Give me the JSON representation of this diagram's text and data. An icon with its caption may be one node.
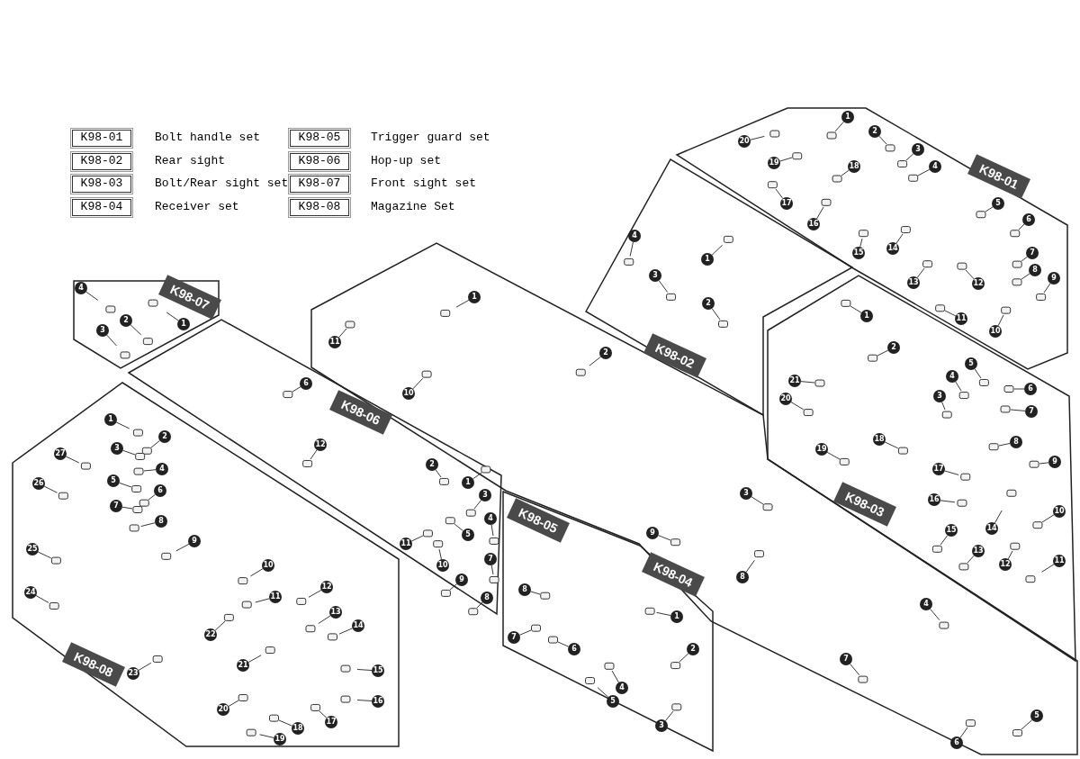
{
  "diagram": {
    "nodes": [
      {
        "text": [
          "K98-01"
        ]
      },
      {
        "text": [
          "1"
        ],
        "in": 0
      },
      {
        "text": [
          "20"
        ],
        "in": 0
      },
      {
        "text": [
          "2"
        ],
        "in": 0
      },
      {
        "text": [
          "3"
        ],
        "in": 0
      },
      {
        "text": [
          "19"
        ],
        "in": 0
      },
      {
        "text": [
          "18"
        ],
        "in": 0
      },
      {
        "text": [
          "4"
        ],
        "in": 0
      },
      {
        "text": [
          "17"
        ],
        "in": 0
      },
      {
        "text": [
          "16"
        ],
        "in": 0
      },
      {
        "text": [
          "5"
        ],
        "in": 0
      },
      {
        "text": [
          "6"
        ],
        "in": 0
      },
      {
        "text": [
          "14"
        ],
        "in": 0
      },
      {
        "text": [
          "15"
        ],
        "in": 0
      },
      {
        "text": [
          "7"
        ],
        "in": 0
      },
      {
        "text": [
          "13"
        ],
        "in": 0
      },
      {
        "text": [
          "12"
        ],
        "in": 0
      },
      {
        "text": [
          "8"
        ],
        "in": 0
      },
      {
        "text": [
          "9"
        ],
        "in": 0
      },
      {
        "text": [
          "11"
        ],
        "in": 0
      },
      {
        "text": [
          "10"
        ],
        "in": 0
      },
      {
        "text": [
          "K98-02"
        ]
      },
      {
        "text": [
          "4"
        ],
        "in": 21
      },
      {
        "text": [
          "1"
        ],
        "in": 21
      },
      {
        "text": [
          "3"
        ],
        "in": 21
      },
      {
        "text": [
          "2"
        ],
        "in": 21
      },
      {
        "text": [
          "K98-07"
        ]
      },
      {
        "text": [
          "4"
        ],
        "in": 26
      },
      {
        "text": [
          "1"
        ],
        "in": 26
      },
      {
        "text": [
          "2"
        ],
        "in": 26
      },
      {
        "text": [
          "3"
        ],
        "in": 26
      },
      {
        "text": [
          "K98-04"
        ]
      },
      {
        "text": [
          "1"
        ],
        "in": 31
      },
      {
        "text": [
          "11"
        ],
        "in": 31
      },
      {
        "text": [
          "10"
        ],
        "in": 31
      },
      {
        "text": [
          "2"
        ],
        "in": 31
      },
      {
        "text": [
          "3"
        ],
        "in": 31
      },
      {
        "text": [
          "9"
        ],
        "in": 31
      },
      {
        "text": [
          "8"
        ],
        "in": 31
      },
      {
        "text": [
          "4"
        ],
        "in": 31
      },
      {
        "text": [
          "7"
        ],
        "in": 31
      },
      {
        "text": [
          "5"
        ],
        "in": 31
      },
      {
        "text": [
          "6"
        ],
        "in": 31
      },
      {
        "text": [
          "K98-03"
        ]
      },
      {
        "text": [
          "1"
        ],
        "in": 43
      },
      {
        "text": [
          "2"
        ],
        "in": 43
      },
      {
        "text": [
          "21"
        ],
        "in": 43
      },
      {
        "text": [
          "5"
        ],
        "in": 43
      },
      {
        "text": [
          "4"
        ],
        "in": 43
      },
      {
        "text": [
          "6"
        ],
        "in": 43
      },
      {
        "text": [
          "3"
        ],
        "in": 43
      },
      {
        "text": [
          "20"
        ],
        "in": 43
      },
      {
        "text": [
          "7"
        ],
        "in": 43
      },
      {
        "text": [
          "18"
        ],
        "in": 43
      },
      {
        "text": [
          "19"
        ],
        "in": 43
      },
      {
        "text": [
          "8"
        ],
        "in": 43
      },
      {
        "text": [
          "9"
        ],
        "in": 43
      },
      {
        "text": [
          "17"
        ],
        "in": 43
      },
      {
        "text": [
          "16"
        ],
        "in": 43
      },
      {
        "text": [
          "15"
        ],
        "in": 43
      },
      {
        "text": [
          "14"
        ],
        "in": 43
      },
      {
        "text": [
          "10"
        ],
        "in": 43
      },
      {
        "text": [
          "13"
        ],
        "in": 43
      },
      {
        "text": [
          "12"
        ],
        "in": 43
      },
      {
        "text": [
          "11"
        ],
        "in": 43
      },
      {
        "text": [
          "K98-06"
        ]
      },
      {
        "text": [
          "6"
        ],
        "in": 65
      },
      {
        "text": [
          "12"
        ],
        "in": 65
      },
      {
        "text": [
          "2"
        ],
        "in": 65
      },
      {
        "text": [
          "1"
        ],
        "in": 65
      },
      {
        "text": [
          "3"
        ],
        "in": 65
      },
      {
        "text": [
          "4"
        ],
        "in": 65
      },
      {
        "text": [
          "11"
        ],
        "in": 65
      },
      {
        "text": [
          "5"
        ],
        "in": 65
      },
      {
        "text": [
          "10"
        ],
        "in": 65
      },
      {
        "text": [
          "7"
        ],
        "in": 65
      },
      {
        "text": [
          "9"
        ],
        "in": 65
      },
      {
        "text": [
          "8"
        ],
        "in": 65
      },
      {
        "text": [
          "K98-08"
        ]
      },
      {
        "text": [
          "1"
        ],
        "in": 78
      },
      {
        "text": [
          "2"
        ],
        "in": 78
      },
      {
        "text": [
          "27"
        ],
        "in": 78
      },
      {
        "text": [
          "3"
        ],
        "in": 78
      },
      {
        "text": [
          "4"
        ],
        "in": 78
      },
      {
        "text": [
          "26"
        ],
        "in": 78
      },
      {
        "text": [
          "5"
        ],
        "in": 78
      },
      {
        "text": [
          "6"
        ],
        "in": 78
      },
      {
        "text": [
          "7"
        ],
        "in": 78
      },
      {
        "text": [
          "8"
        ],
        "in": 78
      },
      {
        "text": [
          "9"
        ],
        "in": 78
      },
      {
        "text": [
          "10"
        ],
        "in": 78
      },
      {
        "text": [
          "25"
        ],
        "in": 78
      },
      {
        "text": [
          "11"
        ],
        "in": 78
      },
      {
        "text": [
          "12"
        ],
        "in": 78
      },
      {
        "text": [
          "24"
        ],
        "in": 78
      },
      {
        "text": [
          "13"
        ],
        "in": 78
      },
      {
        "text": [
          "22"
        ],
        "in": 78
      },
      {
        "text": [
          "14"
        ],
        "in": 78
      },
      {
        "text": [
          "21"
        ],
        "in": 78
      },
      {
        "text": [
          "15"
        ],
        "in": 78
      },
      {
        "text": [
          "23"
        ],
        "in": 78
      },
      {
        "text": [
          "16"
        ],
        "in": 78
      },
      {
        "text": [
          "20"
        ],
        "in": 78
      },
      {
        "text": [
          "17"
        ],
        "in": 78
      },
      {
        "text": [
          "18"
        ],
        "in": 78
      },
      {
        "text": [
          "19"
        ],
        "in": 78
      },
      {
        "text": [
          "K98-05"
        ]
      },
      {
        "text": [
          "8"
        ],
        "in": 106
      },
      {
        "text": [
          "7"
        ],
        "in": 106
      },
      {
        "text": [
          "1"
        ],
        "in": 106
      },
      {
        "text": [
          "6"
        ],
        "in": 106
      },
      {
        "text": [
          "2"
        ],
        "in": 106
      },
      {
        "text": [
          "4"
        ],
        "in": 106
      },
      {
        "text": [
          "5"
        ],
        "in": 106
      },
      {
        "text": [
          "3"
        ],
        "in": 106
      }
    ],
    "edges": [
      {
        "from": 1,
        "to": null,
        "arrow": "none"
      },
      {
        "from": 2,
        "to": null,
        "arrow": "none"
      },
      {
        "from": 3,
        "to": null,
        "arrow": "none"
      },
      {
        "from": 4,
        "to": null,
        "arrow": "none"
      },
      {
        "from": 5,
        "to": null,
        "arrow": "none"
      },
      {
        "from": 6,
        "to": null,
        "arrow": "none"
      },
      {
        "from": 7,
        "to": null,
        "arrow": "none"
      },
      {
        "from": 8,
        "to": null,
        "arrow": "none"
      },
      {
        "from": 9,
        "to": null,
        "arrow": "none"
      },
      {
        "from": 10,
        "to": null,
        "arrow": "none"
      },
      {
        "from": 11,
        "to": null,
        "arrow": "none"
      },
      {
        "from": 12,
        "to": null,
        "arrow": "none"
      },
      {
        "from": 13,
        "to": null,
        "arrow": "none"
      },
      {
        "from": 14,
        "to": null,
        "arrow": "none"
      },
      {
        "from": 15,
        "to": null,
        "arrow": "none"
      },
      {
        "from": 16,
        "to": null,
        "arrow": "none"
      },
      {
        "from": 17,
        "to": null,
        "arrow": "none"
      },
      {
        "from": 18,
        "to": null,
        "arrow": "none"
      },
      {
        "from": 19,
        "to": null,
        "arrow": "none"
      },
      {
        "from": 20,
        "to": null,
        "arrow": "none"
      },
      {
        "from": 22,
        "to": null,
        "arrow": "none"
      },
      {
        "from": 23,
        "to": null,
        "arrow": "none"
      },
      {
        "from": 24,
        "to": null,
        "arrow": "none"
      },
      {
        "from": 25,
        "to": null,
        "arrow": "none"
      },
      {
        "from": 27,
        "to": null,
        "arrow": "none"
      },
      {
        "from": 28,
        "to": null,
        "arrow": "none"
      },
      {
        "from": 29,
        "to": null,
        "arrow": "none"
      },
      {
        "from": 30,
        "to": null,
        "arrow": "none"
      },
      {
        "from": 32,
        "to": null,
        "arrow": "none"
      },
      {
        "from": 33,
        "to": null,
        "arrow": "none"
      },
      {
        "from": 34,
        "to": null,
        "arrow": "none"
      },
      {
        "from": 35,
        "to": null,
        "arrow": "none"
      },
      {
        "from": 36,
        "to": null,
        "arrow": "none"
      },
      {
        "from": 37,
        "to": null,
        "arrow": "none"
      },
      {
        "from": 38,
        "to": null,
        "arrow": "none"
      },
      {
        "from": 39,
        "to": null,
        "arrow": "none"
      },
      {
        "from": 40,
        "to": null,
        "arrow": "none"
      },
      {
        "from": 41,
        "to": null,
        "arrow": "none"
      },
      {
        "from": 42,
        "to": null,
        "arrow": "none"
      },
      {
        "from": 44,
        "to": null,
        "arrow": "none"
      },
      {
        "from": 45,
        "to": null,
        "arrow": "none"
      },
      {
        "from": 46,
        "to": null,
        "arrow": "none"
      },
      {
        "from": 47,
        "to": null,
        "arrow": "none"
      },
      {
        "from": 48,
        "to": null,
        "arrow": "none"
      },
      {
        "from": 49,
        "to": null,
        "arrow": "none"
      },
      {
        "from": 50,
        "to": null,
        "arrow": "none"
      },
      {
        "from": 51,
        "to": null,
        "arrow": "none"
      },
      {
        "from": 52,
        "to": null,
        "arrow": "none"
      },
      {
        "from": 53,
        "to": null,
        "arrow": "none"
      },
      {
        "from": 54,
        "to": null,
        "arrow": "none"
      },
      {
        "from": 55,
        "to": null,
        "arrow": "none"
      },
      {
        "from": 56,
        "to": null,
        "arrow": "none"
      },
      {
        "from": 57,
        "to": null,
        "arrow": "none"
      },
      {
        "from": 58,
        "to": null,
        "arrow": "none"
      },
      {
        "from": 59,
        "to": null,
        "arrow": "none"
      },
      {
        "from": 60,
        "to": null,
        "arrow": "none"
      },
      {
        "from": 61,
        "to": null,
        "arrow": "none"
      },
      {
        "from": 62,
        "to": null,
        "arrow": "none"
      },
      {
        "from": 63,
        "to": null,
        "arrow": "none"
      },
      {
        "from": 64,
        "to": null,
        "arrow": "none"
      },
      {
        "from": 66,
        "to": null,
        "arrow": "none"
      },
      {
        "from": 67,
        "to": null,
        "arrow": "none"
      },
      {
        "from": 68,
        "to": null,
        "arrow": "none"
      },
      {
        "from": 69,
        "to": null,
        "arrow": "none"
      },
      {
        "from": 70,
        "to": null,
        "arrow": "none"
      },
      {
        "from": 71,
        "to": null,
        "arrow": "none"
      },
      {
        "from": 72,
        "to": null,
        "arrow": "none"
      },
      {
        "from": 73,
        "to": null,
        "arrow": "none"
      },
      {
        "from": 74,
        "to": null,
        "arrow": "none"
      },
      {
        "from": 75,
        "to": null,
        "arrow": "none"
      },
      {
        "from": 76,
        "to": null,
        "arrow": "none"
      },
      {
        "from": 77,
        "to": null,
        "arrow": "none"
      },
      {
        "from": 79,
        "to": null,
        "arrow": "none"
      },
      {
        "from": 80,
        "to": null,
        "arrow": "none"
      },
      {
        "from": 81,
        "to": null,
        "arrow": "none"
      },
      {
        "from": 82,
        "to": null,
        "arrow": "none"
      },
      {
        "from": 83,
        "to": null,
        "arrow": "none"
      },
      {
        "from": 84,
        "to": null,
        "arrow": "none"
      },
      {
        "from": 85,
        "to": null,
        "arrow": "none"
      },
      {
        "from": 86,
        "to": null,
        "arrow": "none"
      },
      {
        "from": 87,
        "to": null,
        "arrow": "none"
      },
      {
        "from": 88,
        "to": null,
        "arrow": "none"
      },
      {
        "from": 89,
        "to": null,
        "arrow": "none"
      },
      {
        "from": 90,
        "to": null,
        "arrow": "none"
      },
      {
        "from": 91,
        "to": null,
        "arrow": "none"
      },
      {
        "from": 92,
        "to": null,
        "arrow": "none"
      },
      {
        "from": 93,
        "to": null,
        "arrow": "none"
      },
      {
        "from": 94,
        "to": null,
        "arrow": "none"
      },
      {
        "from": 95,
        "to": null,
        "arrow": "none"
      },
      {
        "from": 96,
        "to": null,
        "arrow": "none"
      },
      {
        "from": 97,
        "to": null,
        "arrow": "none"
      },
      {
        "from": 98,
        "to": null,
        "arrow": "none"
      },
      {
        "from": 99,
        "to": null,
        "arrow": "none"
      },
      {
        "from": 100,
        "to": null,
        "arrow": "none"
      },
      {
        "from": 101,
        "to": null,
        "arrow": "none"
      },
      {
        "from": 102,
        "to": null,
        "arrow": "none"
      },
      {
        "from": 103,
        "to": null,
        "arrow": "none"
      },
      {
        "from": 104,
        "to": null,
        "arrow": "none"
      },
      {
        "from": 105,
        "to": null,
        "arrow": "none"
      },
      {
        "from": 107,
        "to": null,
        "arrow": "none"
      },
      {
        "from": 108,
        "to": null,
        "arrow": "none"
      },
      {
        "from": 109,
        "to": null,
        "arrow": "none"
      },
      {
        "from": 110,
        "to": null,
        "arrow": "none"
      },
      {
        "from": 111,
        "to": null,
        "arrow": "none"
      },
      {
        "from": 112,
        "to": null,
        "arrow": "none"
      },
      {
        "from": 113,
        "to": null,
        "arrow": "none"
      },
      {
        "from": 114,
        "to": null,
        "arrow": "none"
      }
    ],
    "labels": [
      "K98-01",
      "Bolt handle set",
      "K98-05",
      "Trigger guard set",
      "K98-02",
      "Rear sight",
      "K98-06",
      "Hop-up set",
      "K98-03",
      "Bolt/Rear sight set",
      "K98-07",
      "Front sight set",
      "K98-04",
      "Receiver set",
      "K98-08",
      "Magazine Set"
    ]
  }
}
